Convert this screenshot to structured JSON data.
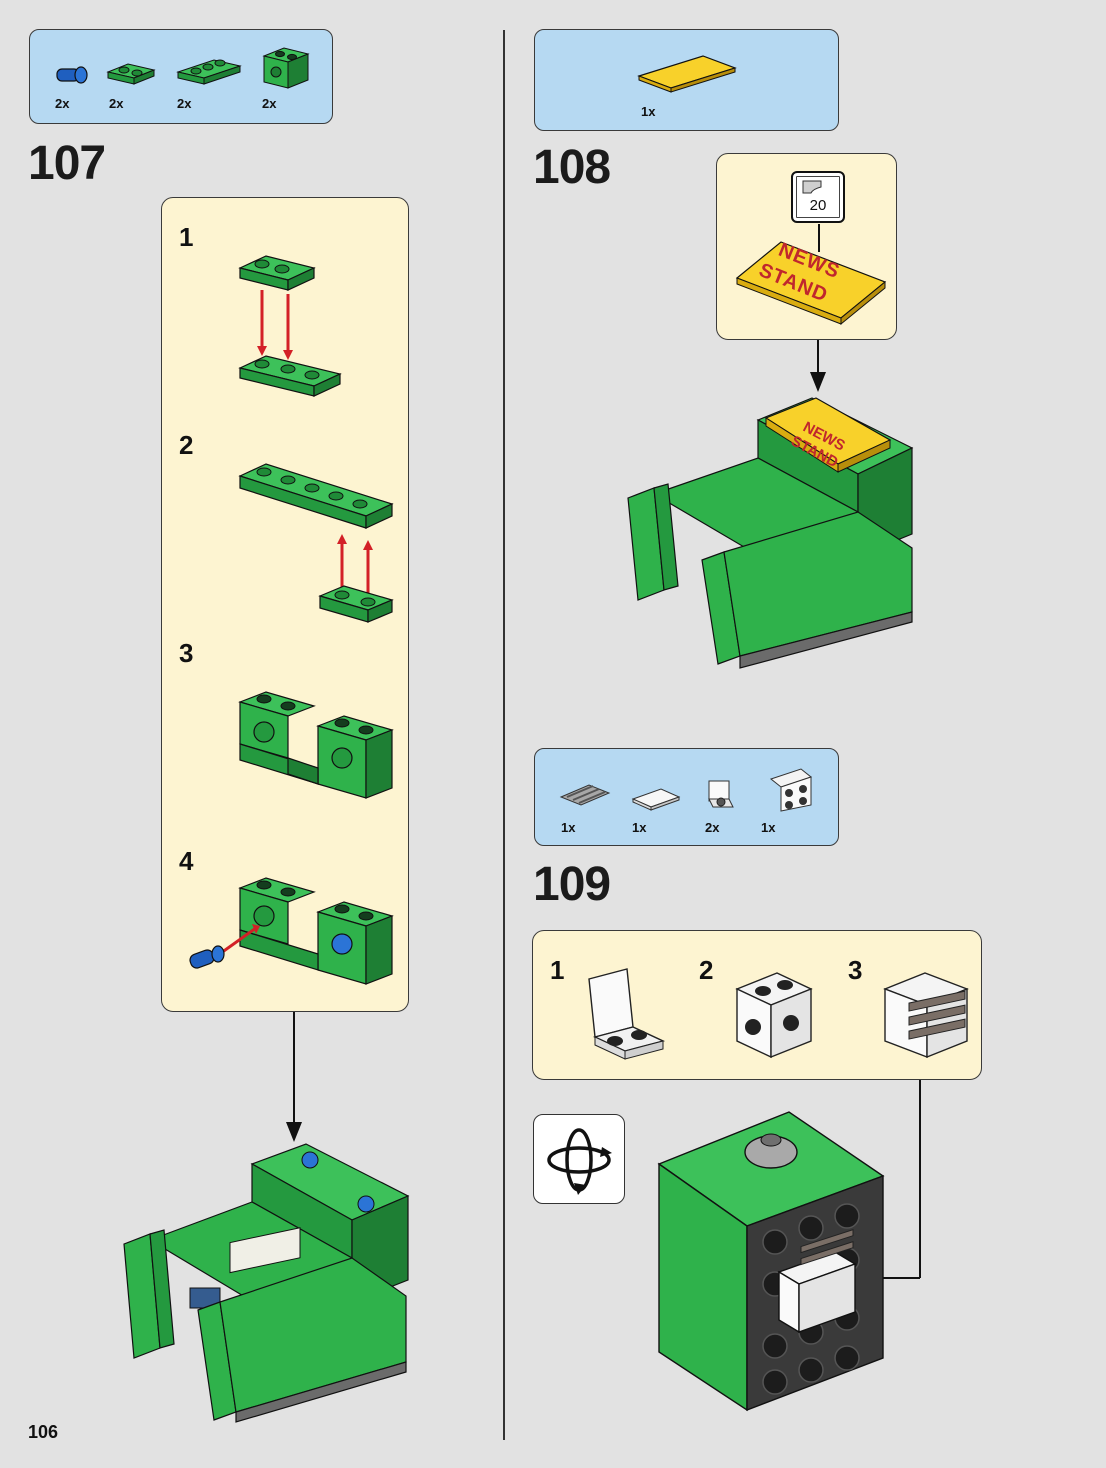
{
  "page": {
    "number": "106"
  },
  "colors": {
    "parts_bg": "#b6d9f2",
    "sub_bg": "#fdf4d1",
    "green": "#2fb24b",
    "yellow": "#f8d12a",
    "red_arrow": "#d32027"
  },
  "step107": {
    "number": "107",
    "parts": [
      {
        "qty": "2x",
        "icon": "blue-pin-icon"
      },
      {
        "qty": "2x",
        "icon": "green-plate-1x2-icon"
      },
      {
        "qty": "2x",
        "icon": "green-plate-1x3-icon"
      },
      {
        "qty": "2x",
        "icon": "green-technic-brick-icon"
      }
    ],
    "substeps": [
      "1",
      "2",
      "3",
      "4"
    ]
  },
  "step108": {
    "number": "108",
    "parts": [
      {
        "qty": "1x",
        "icon": "yellow-tile-icon"
      }
    ],
    "sticker": {
      "number": "20",
      "text_line1": "NEWS",
      "text_line2": "STAND"
    }
  },
  "step109": {
    "number": "109",
    "parts": [
      {
        "qty": "1x",
        "icon": "grille-tile-icon"
      },
      {
        "qty": "1x",
        "icon": "white-tile-icon"
      },
      {
        "qty": "2x",
        "icon": "white-bracket-icon"
      },
      {
        "qty": "1x",
        "icon": "white-bracket-2x2-icon"
      }
    ],
    "substeps": [
      "1",
      "2",
      "3"
    ]
  }
}
